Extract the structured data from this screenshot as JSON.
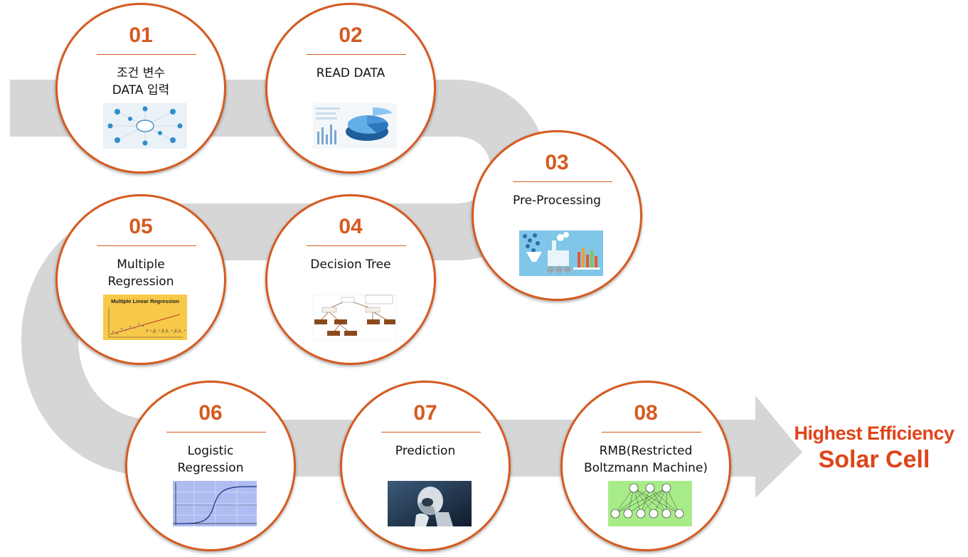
{
  "colors": {
    "accent": "#d65a1f",
    "road": "#d6d6d6",
    "final_text": "#e0441a"
  },
  "steps": [
    {
      "num": "01",
      "label": "조건 변수\nDATA 입력",
      "thumb": "data-network-image"
    },
    {
      "num": "02",
      "label": "READ DATA",
      "thumb": "pie-chart-image"
    },
    {
      "num": "03",
      "label": "Pre-Processing",
      "thumb": "data-factory-image"
    },
    {
      "num": "04",
      "label": "Decision Tree",
      "thumb": "decision-tree-image"
    },
    {
      "num": "05",
      "label": "Multiple\nRegression",
      "thumb": "multiple-regression-image",
      "thumb_title": "Multiple Linear Regression"
    },
    {
      "num": "06",
      "label": "Logistic\nRegression",
      "thumb": "sigmoid-curve-image"
    },
    {
      "num": "07",
      "label": "Prediction",
      "thumb": "robot-image"
    },
    {
      "num": "08",
      "label": "RMB(Restricted\nBoltzmann Machine)",
      "thumb": "rbm-network-image"
    }
  ],
  "result": {
    "line1": "Highest Efficiency",
    "line2": "Solar Cell"
  }
}
